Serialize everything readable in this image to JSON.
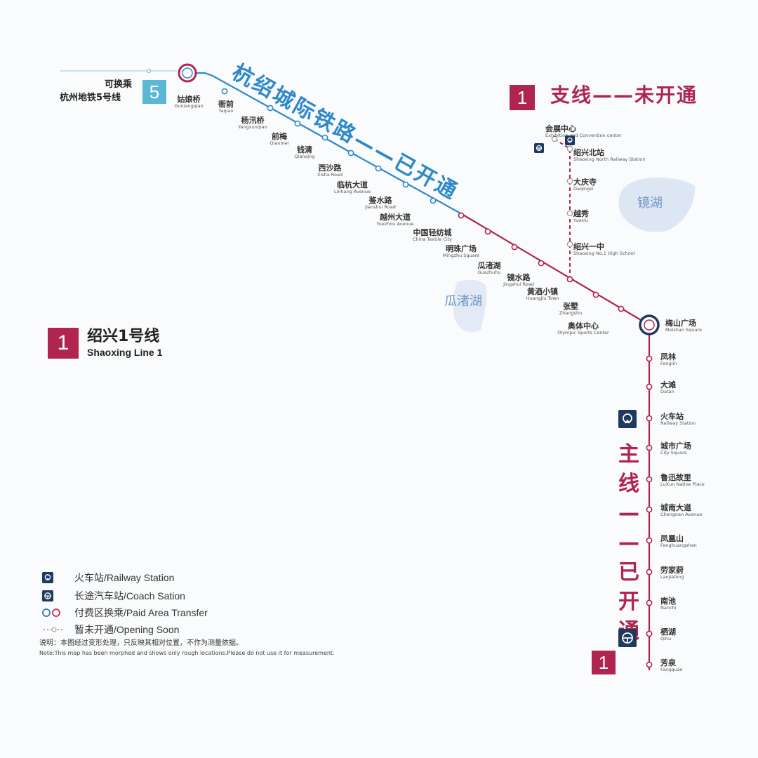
{
  "colors": {
    "line1": "#b0254f",
    "hangshao": "#2e88c9",
    "transfer5": "#5bb8d4",
    "icon": "#1e3a5f",
    "lake": "#dde6f3",
    "lake_text": "#6f95c9"
  },
  "transfer": {
    "text1": "可换乘",
    "text2": "杭州地铁5号线",
    "badge": "5"
  },
  "hangshao": {
    "title": "杭绍城际铁路——已开通"
  },
  "branch": {
    "badge": "1",
    "title": "支线——未开通"
  },
  "main_line": {
    "badge": "1",
    "title_chars": [
      "主",
      "线",
      "—",
      "—",
      "已",
      "开",
      "通"
    ]
  },
  "line1": {
    "badge": "1",
    "name_cn": "绍兴1号线",
    "name_en": "Shaoxing Line 1"
  },
  "lakes": {
    "jinghu": "镜湖",
    "guazhuhu": "瓜渚湖"
  },
  "stations_diagonal": [
    {
      "cn": "姑娘桥",
      "en": "Guniangqiao"
    },
    {
      "cn": "衙前",
      "en": "Yaqian"
    },
    {
      "cn": "杨汛桥",
      "en": "Yangxunqiao"
    },
    {
      "cn": "前梅",
      "en": "Qianmei"
    },
    {
      "cn": "钱清",
      "en": "Qianqing"
    },
    {
      "cn": "西沙路",
      "en": "Xisha Road"
    },
    {
      "cn": "临杭大道",
      "en": "Linhang Avenue"
    },
    {
      "cn": "鉴水路",
      "en": "Jianshui Road"
    },
    {
      "cn": "越州大道",
      "en": "Yuezhou Avenue"
    },
    {
      "cn": "中国轻纺城",
      "en": "China Textile City"
    },
    {
      "cn": "明珠广场",
      "en": "Mingzhu Square"
    },
    {
      "cn": "瓜渚湖",
      "en": "Guazhuhu"
    },
    {
      "cn": "镜水路",
      "en": "Jingshui Road"
    },
    {
      "cn": "黄酒小镇",
      "en": "Huangjiu Town"
    },
    {
      "cn": "张墅",
      "en": "Zhangshu"
    },
    {
      "cn": "奥体中心",
      "en": "Olympic Sports Center"
    }
  ],
  "interchange": {
    "cn": "梅山广场",
    "en": "Meishan Square"
  },
  "stations_main": [
    {
      "cn": "凤林",
      "en": "Fenglin"
    },
    {
      "cn": "大滩",
      "en": "Datan"
    },
    {
      "cn": "火车站",
      "en": "Railway Station"
    },
    {
      "cn": "城市广场",
      "en": "City Square"
    },
    {
      "cn": "鲁迅故里",
      "en": "LuXun Native Place"
    },
    {
      "cn": "城南大道",
      "en": "Chengnan Avenue"
    },
    {
      "cn": "凤凰山",
      "en": "Fenghuangshan"
    },
    {
      "cn": "劳家葑",
      "en": "Laojiafeng"
    },
    {
      "cn": "南池",
      "en": "Nanchi"
    },
    {
      "cn": "栖湖",
      "en": "Qihu"
    },
    {
      "cn": "芳泉",
      "en": "Fangquan"
    }
  ],
  "stations_branch": [
    {
      "cn": "会展中心",
      "en": "Exhibition and Convention center"
    },
    {
      "cn": "绍兴北站",
      "en": "Shaoxing North Railway Station"
    },
    {
      "cn": "大庆寺",
      "en": "Daqingsi"
    },
    {
      "cn": "越秀",
      "en": "Yuexiu"
    },
    {
      "cn": "绍兴一中",
      "en": "Shaoxing No.1 High School"
    }
  ],
  "legend": {
    "railway": "火车站/Railway Station",
    "coach": "长途汽车站/Coach Sation",
    "transfer": "付费区换乘/Paid Area Transfer",
    "soon": "暂未开通/Opening Soon"
  },
  "notes": {
    "cn": "说明：本图经过变形处理，只反映其相对位置，不作为测量依据。",
    "en": "Note:This map has been morphed and shows only rough locations.Please do not use it for measurement."
  }
}
